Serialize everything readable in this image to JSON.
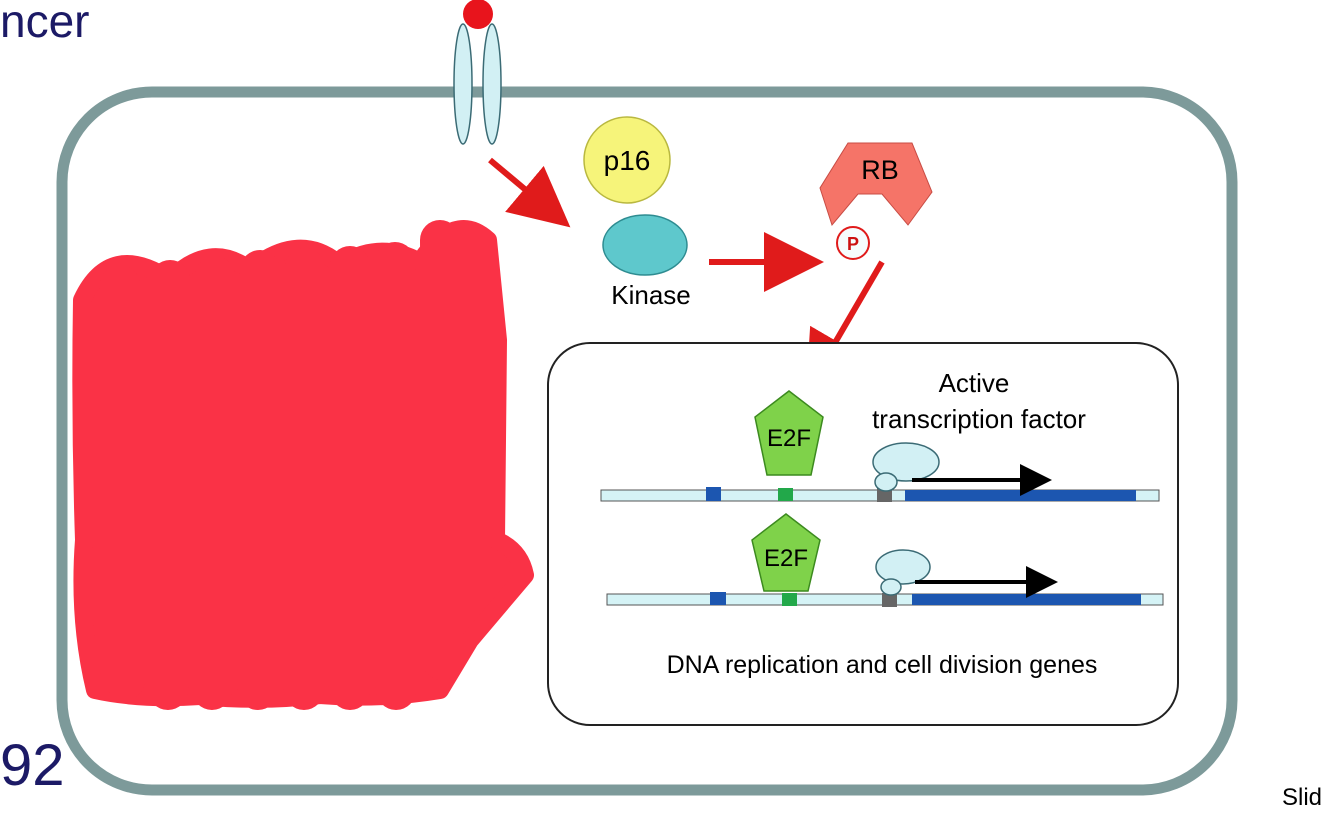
{
  "header": {
    "title_fragment": "ncer"
  },
  "footer": {
    "slide_number_fragment": "92",
    "slide_label_fragment": "Slid"
  },
  "diagram": {
    "p16_label": "p16",
    "kinase_label": "Kinase",
    "rb_label": "RB",
    "phosphate_label": "P",
    "e2f_label_1": "E2F",
    "e2f_label_2": "E2F",
    "active_tf_line1": "Active",
    "active_tf_line2": "transcription factor",
    "nucleus_caption": "DNA replication and cell division genes"
  },
  "colors": {
    "cell_membrane": "#7d9a9a",
    "arrow": "#e01b1b",
    "p16": "#f6f47a",
    "kinase": "#5ec8cc",
    "rb": "#f57468",
    "e2f": "#7fd24a",
    "dna_light": "#d5f3f6",
    "dna_dark": "#1c56b0",
    "redaction": "#fa3246"
  }
}
